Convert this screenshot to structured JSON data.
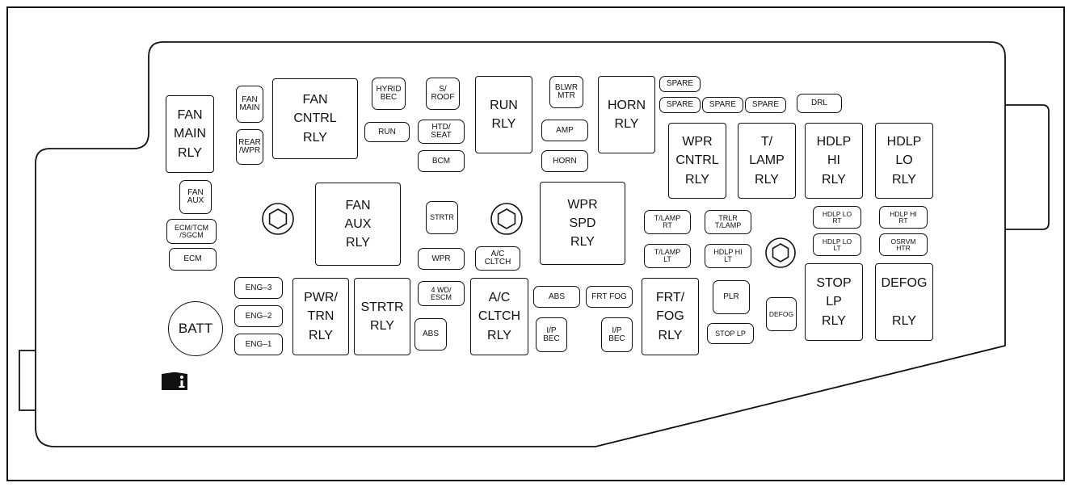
{
  "relays": {
    "fan_main": "FAN\nMAIN\nRLY",
    "fan_cntrl": "FAN\nCNTRL\nRLY",
    "run": "RUN\nRLY",
    "horn": "HORN\nRLY",
    "wpr_cntrl": "WPR\nCNTRL\nRLY",
    "t_lamp": "T/\nLAMP\nRLY",
    "hdlp_hi": "HDLP\nHI\nRLY",
    "hdlp_lo": "HDLP\nLO\nRLY",
    "fan_aux": "FAN\nAUX\nRLY",
    "wpr_spd": "WPR\nSPD\nRLY",
    "pwr_trn": "PWR/\nTRN\nRLY",
    "strtr": "STRTR\nRLY",
    "ac_cltch": "A/C\nCLTCH\nRLY",
    "frt_fog": "FRT/\nFOG\nRLY",
    "stop_lp": "STOP\nLP\nRLY",
    "defog": "DEFOG\n\nRLY"
  },
  "fuses": {
    "fan_main": "FAN\nMAIN",
    "rear_wpr": "REAR\n/WPR",
    "hyrid_bec": "HYRID\nBEC",
    "run": "RUN",
    "s_roof": "S/\nROOF",
    "htd_seat": "HTD/\nSEAT",
    "bcm": "BCM",
    "blwr_mtr": "BLWR\nMTR",
    "amp": "AMP",
    "horn": "HORN",
    "spare_1": "SPARE",
    "spare_2": "SPARE",
    "spare_3": "SPARE",
    "spare_4": "SPARE",
    "drl": "DRL",
    "fan_aux": "FAN\nAUX",
    "ecm_tcm_sgcm": "ECM/TCM\n/SGCM",
    "ecm": "ECM",
    "strtr": "STRTR",
    "wpr": "WPR",
    "ac_cltch": "A/C\nCLTCH",
    "t_lamp_rt": "T/LAMP\nRT",
    "trlr_t_lamp": "TRLR\nT/LAMP",
    "t_lamp_lt": "T/LAMP\nLT",
    "hdlp_hi_lt": "HDLP HI\nLT",
    "hdlp_lo_rt": "HDLP LO\nRT",
    "hdlp_hi_rt": "HDLP HI\nRT",
    "hdlp_lo_lt": "HDLP LO\nLT",
    "osrvm_htr": "OSRVM\nHTR",
    "eng_3": "ENG–3",
    "eng_2": "ENG–2",
    "eng_1": "ENG–1",
    "four_wd_escm": "4 WD/\nESCM",
    "abs_lower": "ABS",
    "abs_upper": "ABS",
    "frt_fog": "FRT FOG",
    "ip_bec_1": "I/P\nBEC",
    "ip_bec_2": "I/P\nBEC",
    "plr": "PLR",
    "stop_lp": "STOP LP",
    "defog": "DEFOG"
  },
  "batt": "BATT",
  "icons": [
    "hex-bolt-icon",
    "info-book-icon"
  ]
}
